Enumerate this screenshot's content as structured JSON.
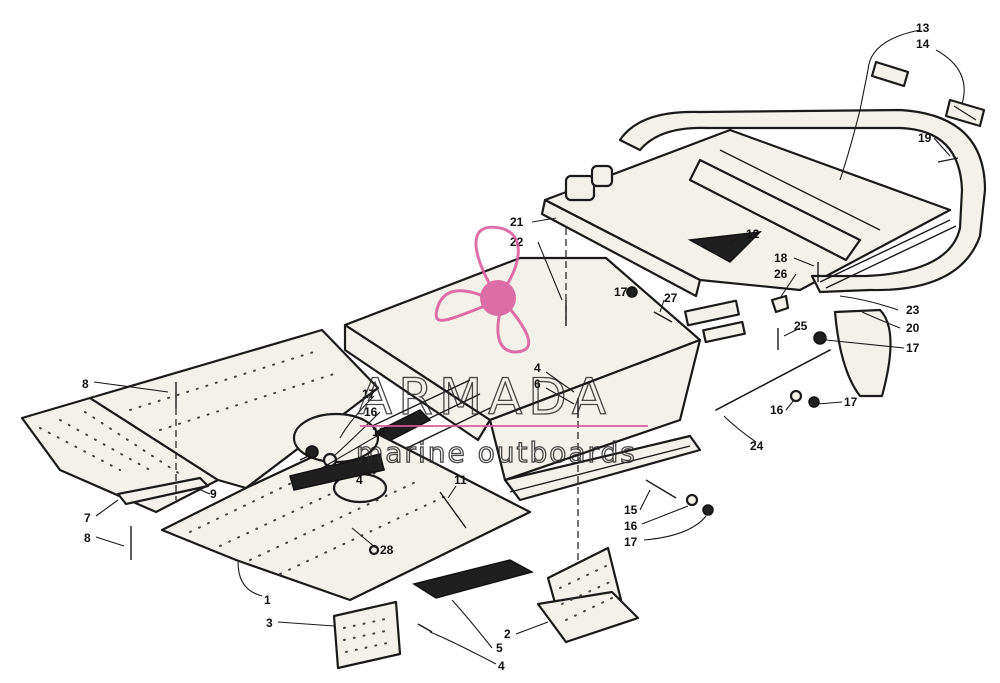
{
  "watermark": {
    "brand": "ARMADA",
    "tagline": "marine outboards",
    "accent_color": "#d9569a",
    "logo_icon": "propeller-icon"
  },
  "diagram": {
    "callouts": [
      "1",
      "2",
      "3",
      "4",
      "4",
      "4",
      "5",
      "6",
      "7",
      "8",
      "8",
      "9",
      "10",
      "11",
      "12",
      "13",
      "14",
      "15",
      "16",
      "16",
      "16",
      "17",
      "17",
      "17",
      "17",
      "17",
      "18",
      "19",
      "20",
      "21",
      "22",
      "23",
      "24",
      "25",
      "26",
      "27",
      "28"
    ]
  }
}
